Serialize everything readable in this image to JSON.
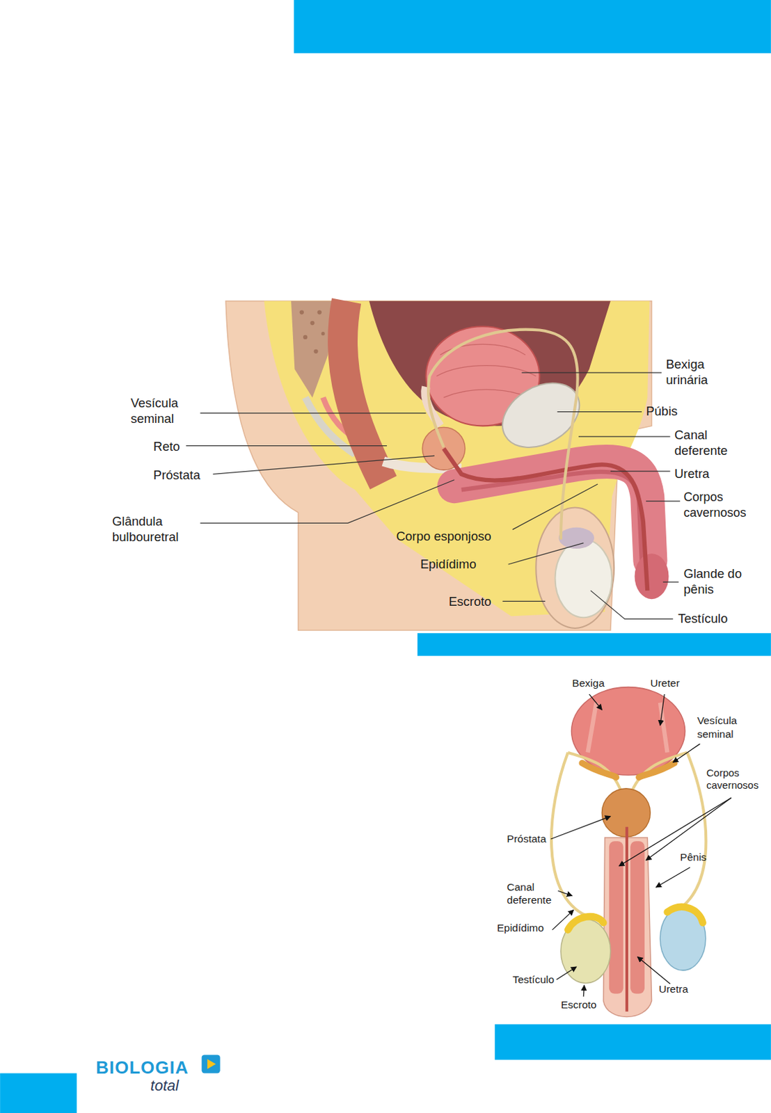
{
  "diagram": {
    "labels": [
      "Vesícula seminal",
      "Reto",
      "Próstata",
      "Glândula bulbouretral",
      "Bexiga urinária",
      "Púbis",
      "Canal deferente",
      "Uretra",
      "Corpos cavernosos",
      "Corpo esponjoso",
      "Epidídimo",
      "Escroto",
      "Glande do pênis",
      "Testículo",
      "Bexiga",
      "Ureter",
      "Vesícula seminal",
      "Corpos cavernosos",
      "Próstata",
      "Pênis",
      "Canal deferente",
      "Epidídimo",
      "Testículo",
      "Escroto",
      "Uretra",
      "BIOLOGIA",
      "total"
    ]
  }
}
